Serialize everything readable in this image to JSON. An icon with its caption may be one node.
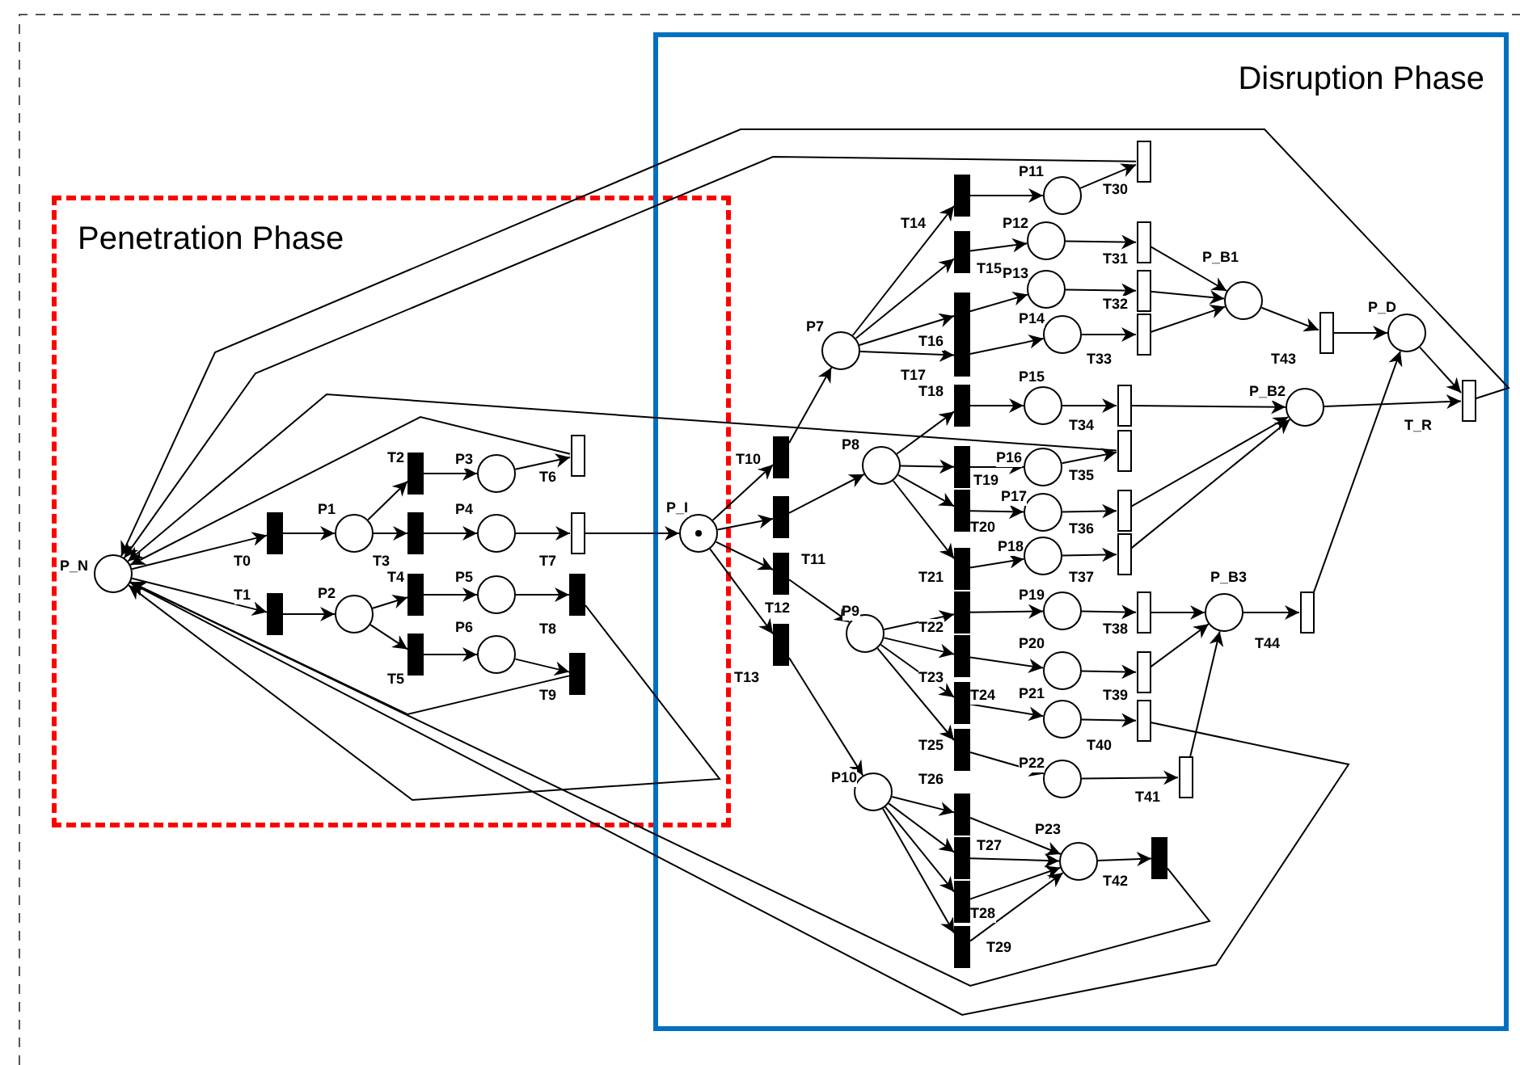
{
  "diagram": {
    "nodes": [
      {
        "text": [
          "Penetration Phase"
        ]
      },
      {
        "text": [
          "Disruption Phase"
        ]
      },
      {
        "text": [
          "P_N"
        ],
        "in": 0
      },
      {
        "text": [
          "T0"
        ],
        "in": 0
      },
      {
        "text": [
          "T1"
        ],
        "in": 0
      },
      {
        "text": [
          "P1"
        ],
        "in": 0
      },
      {
        "text": [
          "P2"
        ],
        "in": 0
      },
      {
        "text": [
          "T2"
        ],
        "in": 0
      },
      {
        "text": [
          "T3"
        ],
        "in": 0
      },
      {
        "text": [
          "T4"
        ],
        "in": 0
      },
      {
        "text": [
          "T5"
        ],
        "in": 0
      },
      {
        "text": [
          "P3"
        ],
        "in": 0
      },
      {
        "text": [
          "P4"
        ],
        "in": 0
      },
      {
        "text": [
          "P5"
        ],
        "in": 0
      },
      {
        "text": [
          "P6"
        ],
        "in": 0
      },
      {
        "text": [
          "T6"
        ],
        "in": 0
      },
      {
        "text": [
          "T7"
        ],
        "in": 0
      },
      {
        "text": [
          "T8"
        ],
        "in": 0
      },
      {
        "text": [
          "T9"
        ],
        "in": 0
      },
      {
        "text": [
          "P_I"
        ]
      },
      {
        "text": [
          "T10"
        ],
        "in": 1
      },
      {
        "text": [
          "T11"
        ],
        "in": 1
      },
      {
        "text": [
          "T12"
        ],
        "in": 1
      },
      {
        "text": [
          "T13"
        ],
        "in": 1
      },
      {
        "text": [
          "P7"
        ],
        "in": 1
      },
      {
        "text": [
          "P8"
        ],
        "in": 1
      },
      {
        "text": [
          "P9"
        ],
        "in": 1
      },
      {
        "text": [
          "P10"
        ],
        "in": 1
      },
      {
        "text": [
          "T14"
        ],
        "in": 1
      },
      {
        "text": [
          "T15"
        ],
        "in": 1
      },
      {
        "text": [
          "T16"
        ],
        "in": 1
      },
      {
        "text": [
          "T17"
        ],
        "in": 1
      },
      {
        "text": [
          "T18"
        ],
        "in": 1
      },
      {
        "text": [
          "T19"
        ],
        "in": 1
      },
      {
        "text": [
          "T20"
        ],
        "in": 1
      },
      {
        "text": [
          "T21"
        ],
        "in": 1
      },
      {
        "text": [
          "T22"
        ],
        "in": 1
      },
      {
        "text": [
          "T23"
        ],
        "in": 1
      },
      {
        "text": [
          "T24"
        ],
        "in": 1
      },
      {
        "text": [
          "T25"
        ],
        "in": 1
      },
      {
        "text": [
          "T26"
        ],
        "in": 1
      },
      {
        "text": [
          "T27"
        ],
        "in": 1
      },
      {
        "text": [
          "T28"
        ],
        "in": 1
      },
      {
        "text": [
          "T29"
        ],
        "in": 1
      },
      {
        "text": [
          "P11"
        ],
        "in": 1
      },
      {
        "text": [
          "P12"
        ],
        "in": 1
      },
      {
        "text": [
          "P13"
        ],
        "in": 1
      },
      {
        "text": [
          "P14"
        ],
        "in": 1
      },
      {
        "text": [
          "P15"
        ],
        "in": 1
      },
      {
        "text": [
          "P16"
        ],
        "in": 1
      },
      {
        "text": [
          "P17"
        ],
        "in": 1
      },
      {
        "text": [
          "P18"
        ],
        "in": 1
      },
      {
        "text": [
          "P19"
        ],
        "in": 1
      },
      {
        "text": [
          "P20"
        ],
        "in": 1
      },
      {
        "text": [
          "P21"
        ],
        "in": 1
      },
      {
        "text": [
          "P22"
        ],
        "in": 1
      },
      {
        "text": [
          "P23"
        ],
        "in": 1
      },
      {
        "text": [
          "T30"
        ],
        "in": 1
      },
      {
        "text": [
          "T31"
        ],
        "in": 1
      },
      {
        "text": [
          "T32"
        ],
        "in": 1
      },
      {
        "text": [
          "T33"
        ],
        "in": 1
      },
      {
        "text": [
          "T34"
        ],
        "in": 1
      },
      {
        "text": [
          "T35"
        ],
        "in": 1
      },
      {
        "text": [
          "T36"
        ],
        "in": 1
      },
      {
        "text": [
          "T37"
        ],
        "in": 1
      },
      {
        "text": [
          "T38"
        ],
        "in": 1
      },
      {
        "text": [
          "T39"
        ],
        "in": 1
      },
      {
        "text": [
          "T40"
        ],
        "in": 1
      },
      {
        "text": [
          "T41"
        ],
        "in": 1
      },
      {
        "text": [
          "T42"
        ],
        "in": 1
      },
      {
        "text": [
          "P_B1"
        ],
        "in": 1
      },
      {
        "text": [
          "P_B2"
        ],
        "in": 1
      },
      {
        "text": [
          "P_B3"
        ],
        "in": 1
      },
      {
        "text": [
          "T43"
        ],
        "in": 1
      },
      {
        "text": [
          "T44"
        ],
        "in": 1
      },
      {
        "text": [
          "P_D"
        ],
        "in": 1
      },
      {
        "text": [
          "T_R"
        ],
        "in": 1
      }
    ],
    "edges": [
      {
        "from": 2,
        "to": 3,
        "arrow": "to"
      },
      {
        "from": 2,
        "to": 4,
        "arrow": "to"
      },
      {
        "from": 3,
        "to": 5,
        "arrow": "to"
      },
      {
        "from": 4,
        "to": 6,
        "arrow": "to"
      },
      {
        "from": 5,
        "to": 7,
        "arrow": "to"
      },
      {
        "from": 5,
        "to": 8,
        "arrow": "to"
      },
      {
        "from": 6,
        "to": 9,
        "arrow": "to"
      },
      {
        "from": 6,
        "to": 10,
        "arrow": "to"
      },
      {
        "from": 7,
        "to": 11,
        "arrow": "to"
      },
      {
        "from": 8,
        "to": 12,
        "arrow": "to"
      },
      {
        "from": 9,
        "to": 13,
        "arrow": "to"
      },
      {
        "from": 10,
        "to": 14,
        "arrow": "to"
      },
      {
        "from": 11,
        "to": 15,
        "arrow": "to"
      },
      {
        "from": 12,
        "to": 16,
        "arrow": "to"
      },
      {
        "from": 13,
        "to": 17,
        "arrow": "to"
      },
      {
        "from": 14,
        "to": 18,
        "arrow": "to"
      },
      {
        "from": 15,
        "to": 2,
        "arrow": "to"
      },
      {
        "from": 17,
        "to": 2,
        "arrow": "to"
      },
      {
        "from": 18,
        "to": 2,
        "arrow": "to"
      },
      {
        "from": 16,
        "to": 19,
        "arrow": "to"
      },
      {
        "from": 19,
        "to": 20,
        "arrow": "to"
      },
      {
        "from": 19,
        "to": 21,
        "arrow": "to"
      },
      {
        "from": 19,
        "to": 22,
        "arrow": "to"
      },
      {
        "from": 19,
        "to": 23,
        "arrow": "to"
      },
      {
        "from": 20,
        "to": 24,
        "arrow": "to"
      },
      {
        "from": 21,
        "to": 25,
        "arrow": "to"
      },
      {
        "from": 22,
        "to": 26,
        "arrow": "to"
      },
      {
        "from": 23,
        "to": 27,
        "arrow": "to"
      },
      {
        "from": 24,
        "to": 28,
        "arrow": "to"
      },
      {
        "from": 24,
        "to": 29,
        "arrow": "to"
      },
      {
        "from": 24,
        "to": 30,
        "arrow": "to"
      },
      {
        "from": 24,
        "to": 31,
        "arrow": "to"
      },
      {
        "from": 25,
        "to": 32,
        "arrow": "to"
      },
      {
        "from": 25,
        "to": 33,
        "arrow": "to"
      },
      {
        "from": 25,
        "to": 34,
        "arrow": "to"
      },
      {
        "from": 25,
        "to": 35,
        "arrow": "to"
      },
      {
        "from": 26,
        "to": 36,
        "arrow": "to"
      },
      {
        "from": 26,
        "to": 37,
        "arrow": "to"
      },
      {
        "from": 26,
        "to": 38,
        "arrow": "to"
      },
      {
        "from": 26,
        "to": 39,
        "arrow": "to"
      },
      {
        "from": 27,
        "to": 40,
        "arrow": "to"
      },
      {
        "from": 27,
        "to": 41,
        "arrow": "to"
      },
      {
        "from": 27,
        "to": 42,
        "arrow": "to"
      },
      {
        "from": 27,
        "to": 43,
        "arrow": "to"
      },
      {
        "from": 28,
        "to": 44,
        "arrow": "to"
      },
      {
        "from": 29,
        "to": 45,
        "arrow": "to"
      },
      {
        "from": 30,
        "to": 46,
        "arrow": "to"
      },
      {
        "from": 31,
        "to": 47,
        "arrow": "to"
      },
      {
        "from": 32,
        "to": 48,
        "arrow": "to"
      },
      {
        "from": 33,
        "to": 49,
        "arrow": "to"
      },
      {
        "from": 34,
        "to": 50,
        "arrow": "to"
      },
      {
        "from": 35,
        "to": 51,
        "arrow": "to"
      },
      {
        "from": 36,
        "to": 52,
        "arrow": "to"
      },
      {
        "from": 37,
        "to": 53,
        "arrow": "to"
      },
      {
        "from": 38,
        "to": 54,
        "arrow": "to"
      },
      {
        "from": 39,
        "to": 55,
        "arrow": "to"
      },
      {
        "from": 40,
        "to": 56,
        "arrow": "to"
      },
      {
        "from": 41,
        "to": 56,
        "arrow": "to"
      },
      {
        "from": 42,
        "to": 56,
        "arrow": "to"
      },
      {
        "from": 43,
        "to": 56,
        "arrow": "to"
      },
      {
        "from": 44,
        "to": 57,
        "arrow": "to"
      },
      {
        "from": 45,
        "to": 58,
        "arrow": "to"
      },
      {
        "from": 46,
        "to": 59,
        "arrow": "to"
      },
      {
        "from": 47,
        "to": 60,
        "arrow": "to"
      },
      {
        "from": 48,
        "to": 61,
        "arrow": "to"
      },
      {
        "from": 49,
        "to": 62,
        "arrow": "to"
      },
      {
        "from": 50,
        "to": 63,
        "arrow": "to"
      },
      {
        "from": 51,
        "to": 64,
        "arrow": "to"
      },
      {
        "from": 52,
        "to": 65,
        "arrow": "to"
      },
      {
        "from": 53,
        "to": 66,
        "arrow": "to"
      },
      {
        "from": 54,
        "to": 67,
        "arrow": "to"
      },
      {
        "from": 55,
        "to": 68,
        "arrow": "to"
      },
      {
        "from": 56,
        "to": 69,
        "arrow": "to"
      },
      {
        "from": 58,
        "to": 70,
        "arrow": "to"
      },
      {
        "from": 59,
        "to": 70,
        "arrow": "to"
      },
      {
        "from": 60,
        "to": 70,
        "arrow": "to"
      },
      {
        "from": 61,
        "to": 71,
        "arrow": "to"
      },
      {
        "from": 63,
        "to": 71,
        "arrow": "to"
      },
      {
        "from": 64,
        "to": 71,
        "arrow": "to"
      },
      {
        "from": 65,
        "to": 72,
        "arrow": "to"
      },
      {
        "from": 66,
        "to": 72,
        "arrow": "to"
      },
      {
        "from": 68,
        "to": 72,
        "arrow": "to"
      },
      {
        "from": 70,
        "to": 73,
        "arrow": "to"
      },
      {
        "from": 73,
        "to": 75,
        "arrow": "to"
      },
      {
        "from": 72,
        "to": 74,
        "arrow": "to"
      },
      {
        "from": 74,
        "to": 75,
        "arrow": "to"
      },
      {
        "from": 75,
        "to": 76,
        "arrow": "to"
      },
      {
        "from": 71,
        "to": 76,
        "arrow": "to"
      },
      {
        "from": 57,
        "to": 2,
        "arrow": "to"
      },
      {
        "from": 62,
        "to": 2,
        "arrow": "to"
      },
      {
        "from": 67,
        "to": 2,
        "arrow": "to"
      },
      {
        "from": 69,
        "to": 2,
        "arrow": "to"
      },
      {
        "from": 76,
        "to": 2,
        "arrow": "to"
      }
    ]
  }
}
